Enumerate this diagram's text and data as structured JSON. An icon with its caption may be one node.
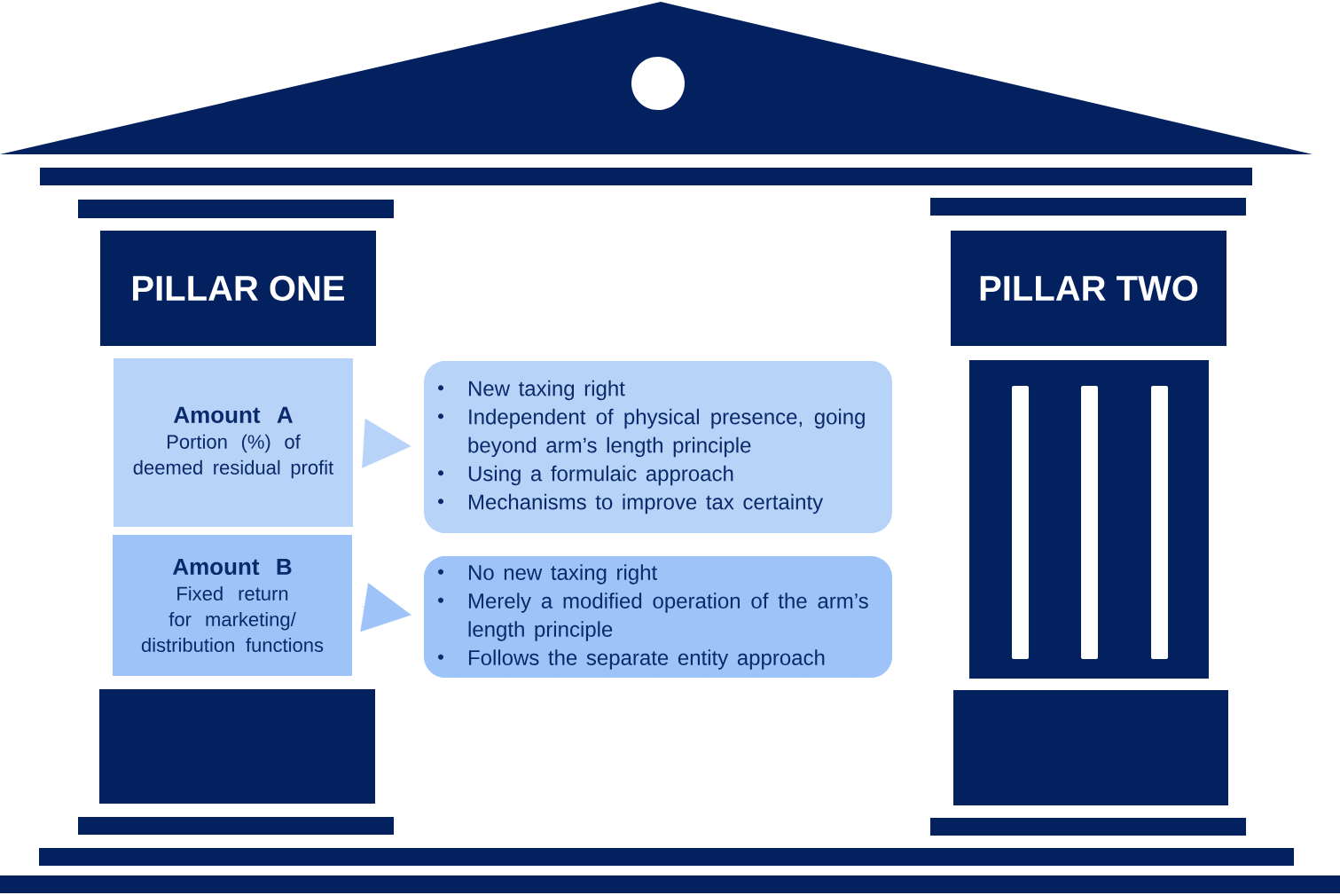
{
  "diagram": {
    "nodes": [
      {
        "text": [
          "PILLAR ONE"
        ]
      },
      {
        "text": [
          "Amount A",
          "Portion (%) of deemed residual profit"
        ]
      },
      {
        "text": [
          "New taxing right",
          "Independent of physical presence, going beyond arm’s length principle",
          "Using a formulaic approach",
          "Mechanisms to improve tax certainty"
        ]
      },
      {
        "text": [
          "Amount B",
          "Fixed return for marketing/ distribution functions"
        ]
      },
      {
        "text": [
          "No new taxing right",
          "Merely a modified operation of the arm’s length principle",
          "Follows the separate entity approach"
        ]
      },
      {
        "text": [
          "PILLAR TWO"
        ]
      }
    ],
    "edges": [
      {
        "from": 1,
        "to": 2,
        "arrow": "to"
      },
      {
        "from": 3,
        "to": 4,
        "arrow": "to"
      }
    ]
  }
}
